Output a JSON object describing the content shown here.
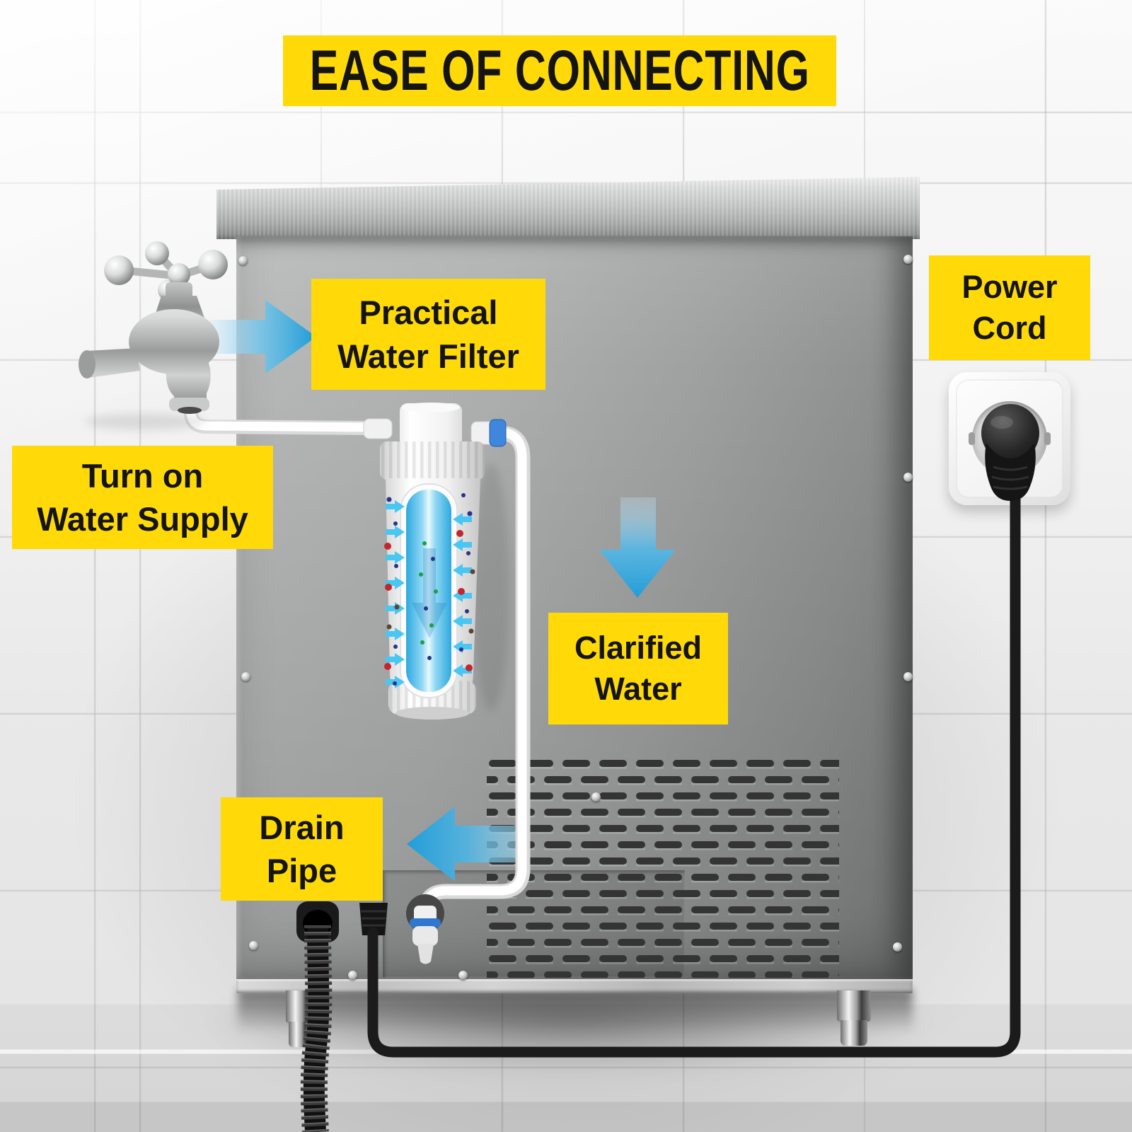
{
  "title": {
    "text": "EASE OF CONNECTING"
  },
  "labels": {
    "water_filter": "Practical\nWater Filter",
    "water_supply": "Turn on\nWater Supply",
    "power_cord": "Power\nCord",
    "clarified_water": "Clarified\nWater",
    "drain_pipe": "Drain\nPipe"
  },
  "colors": {
    "label_bg": "#FFD908",
    "label_text": "#141414",
    "arrow_blue": "#1E9CD8",
    "arrow_blue_light": "#9BD7F1",
    "machine_gray": "#A3A5A5",
    "tile_bg": "#F3F3F3",
    "tube_white": "#FFFFFF",
    "cord_black": "#1B1B1B",
    "filter_core_blue": "#2EA9DF"
  }
}
